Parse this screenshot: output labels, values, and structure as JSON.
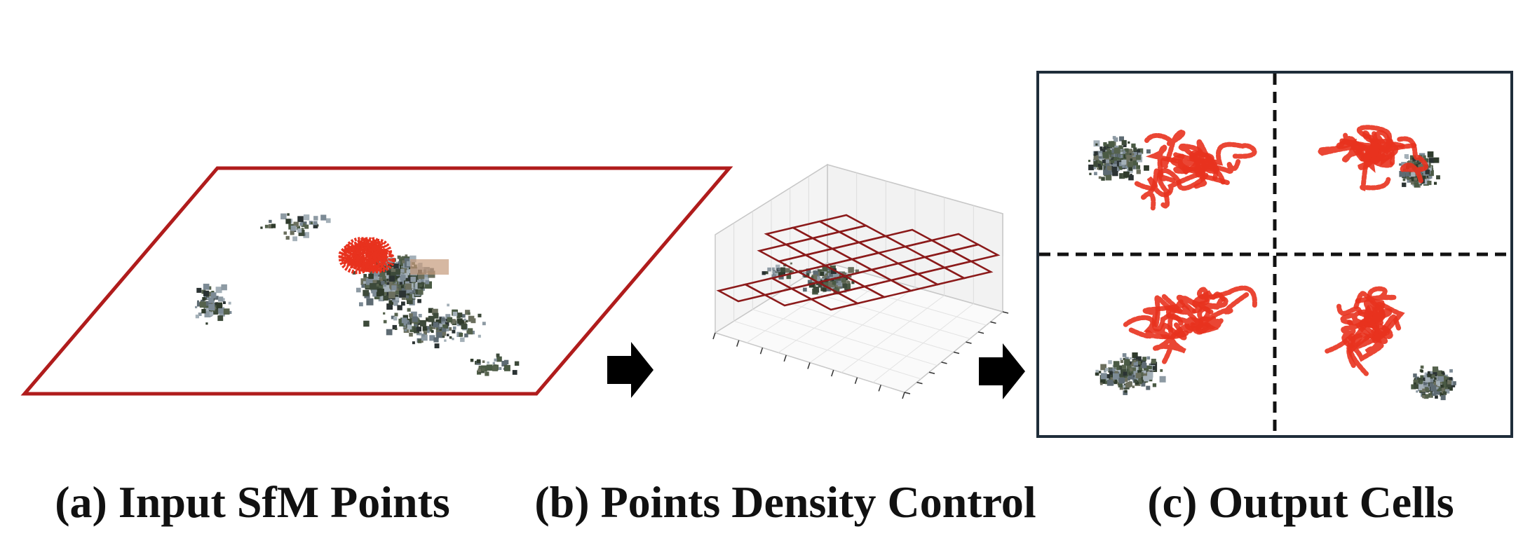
{
  "captions": {
    "a": "(a) Input SfM Points",
    "b": "(b) Points Density Control",
    "c": "(c) Output Cells"
  },
  "colors": {
    "frame_red": "#b01c1c",
    "camera_red": "#e8321e",
    "grid_red": "#8b1a1a",
    "panel_border": "#1f2d3a",
    "arrow": "#000000",
    "points_dark": "#3d4a3a",
    "points_grey": "#7c8a95"
  },
  "icons": [
    "arrow-right-icon",
    "arrow-right-icon"
  ]
}
